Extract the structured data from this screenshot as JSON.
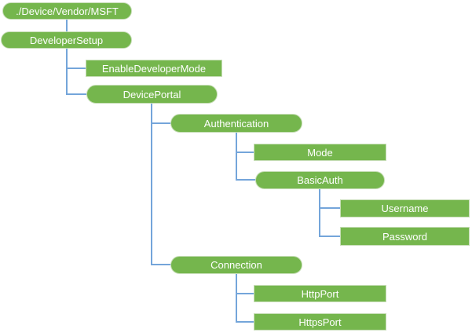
{
  "diagram": {
    "type": "tree",
    "root_label": "./Device/Vendor/MSFT"
  },
  "colors": {
    "node_fill": "#75B64D",
    "node_border": "#C6DDB6",
    "node_text": "#FFFFFF",
    "connector": "#74A5DA",
    "background": "#FFFFFF"
  },
  "nodes": [
    {
      "label": "./Device/Vendor/MSFT",
      "level": 0,
      "parent": null,
      "shape": "pill"
    },
    {
      "label": "DeveloperSetup",
      "level": 1,
      "parent": "./Device/Vendor/MSFT",
      "shape": "pill"
    },
    {
      "label": "EnableDeveloperMode",
      "level": 2,
      "parent": "DeveloperSetup",
      "shape": "rect"
    },
    {
      "label": "DevicePortal",
      "level": 2,
      "parent": "DeveloperSetup",
      "shape": "pill"
    },
    {
      "label": "Authentication",
      "level": 3,
      "parent": "DevicePortal",
      "shape": "pill"
    },
    {
      "label": "Mode",
      "level": 4,
      "parent": "Authentication",
      "shape": "rect"
    },
    {
      "label": "BasicAuth",
      "level": 4,
      "parent": "Authentication",
      "shape": "pill"
    },
    {
      "label": "Username",
      "level": 5,
      "parent": "BasicAuth",
      "shape": "rect"
    },
    {
      "label": "Password",
      "level": 5,
      "parent": "BasicAuth",
      "shape": "rect"
    },
    {
      "label": "Connection",
      "level": 3,
      "parent": "DevicePortal",
      "shape": "pill"
    },
    {
      "label": "HttpPort",
      "level": 4,
      "parent": "Connection",
      "shape": "rect"
    },
    {
      "label": "HttpsPort",
      "level": 4,
      "parent": "Connection",
      "shape": "rect"
    }
  ]
}
